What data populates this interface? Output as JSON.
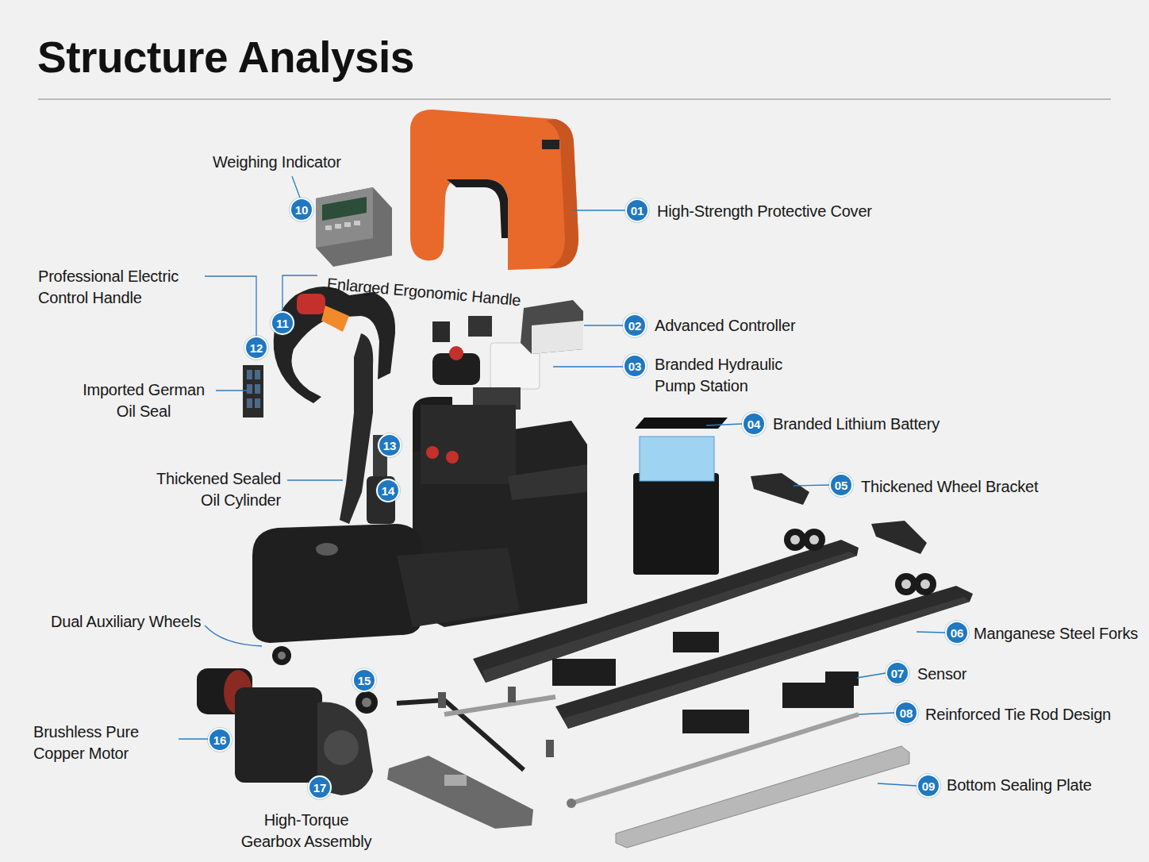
{
  "diagram": {
    "title": "Structure Analysis",
    "nodes": [
      {
        "text": [
          "10"
        ]
      },
      {
        "text": [
          "01"
        ]
      },
      {
        "text": [
          "11"
        ]
      },
      {
        "text": [
          "02"
        ]
      },
      {
        "text": [
          "12"
        ]
      },
      {
        "text": [
          "03"
        ]
      },
      {
        "text": [
          "04"
        ]
      },
      {
        "text": [
          "13"
        ]
      },
      {
        "text": [
          "05"
        ]
      },
      {
        "text": [
          "14"
        ]
      },
      {
        "text": [
          "06"
        ]
      },
      {
        "text": [
          "07"
        ]
      },
      {
        "text": [
          "15"
        ]
      },
      {
        "text": [
          "08"
        ]
      },
      {
        "text": [
          "16"
        ]
      },
      {
        "text": [
          "09"
        ]
      },
      {
        "text": [
          "17"
        ]
      }
    ],
    "labels": [
      "Weighing Indicator",
      "High-Strength Protective Cover",
      "Professional Electric Control Handle",
      "Enlarged Ergonomic Handle",
      "Advanced Controller",
      "Branded Hydraulic Pump Station",
      "Imported German Oil Seal",
      "Branded Lithium Battery",
      "Thickened Sealed Oil Cylinder",
      "Thickened Wheel Bracket",
      "Dual Auxiliary Wheels",
      "Manganese Steel Forks",
      "Sensor",
      "Reinforced Tie Rod Design",
      "Brushless Pure Copper Motor",
      "Bottom Sealing Plate",
      "High-Torque Gearbox Assembly"
    ]
  }
}
